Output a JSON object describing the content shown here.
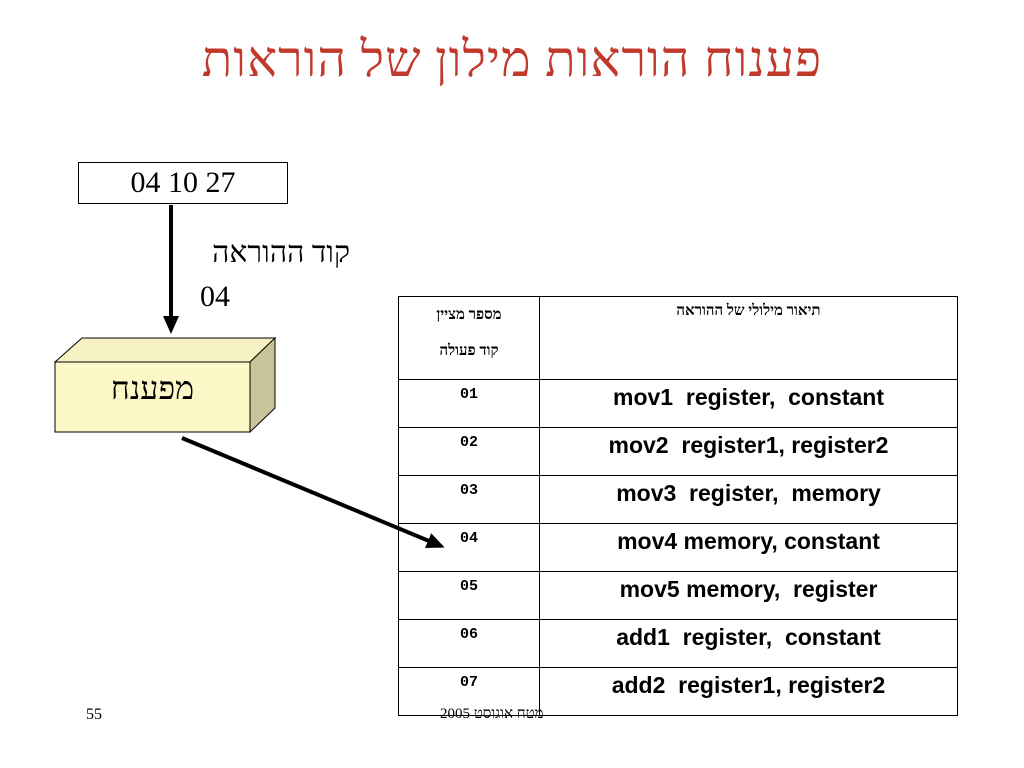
{
  "title": "פענוח הוראות מילון של הוראות",
  "instruction_box": "04 10 27",
  "code_label": "קוד ההוראה",
  "code_value": "04",
  "decoder_label": "מפענח",
  "table": {
    "header_code_line1": "מספר מציין",
    "header_code_line2": "קוד פעולה",
    "header_desc": "תיאור מילולי של ההוראה",
    "rows": [
      {
        "code": "01",
        "desc": "mov1  register,  constant"
      },
      {
        "code": "02",
        "desc": "mov2  register1, register2"
      },
      {
        "code": "03",
        "desc": "mov3  register,  memory"
      },
      {
        "code": "04",
        "desc": "mov4 memory, constant"
      },
      {
        "code": "05",
        "desc": "mov5 memory,  register"
      },
      {
        "code": "06",
        "desc": "add1  register,  constant"
      },
      {
        "code": "07",
        "desc": "add2  register1, register2"
      }
    ]
  },
  "footer": {
    "page_number": "55",
    "text": "מטח אוגוסט 2005"
  }
}
